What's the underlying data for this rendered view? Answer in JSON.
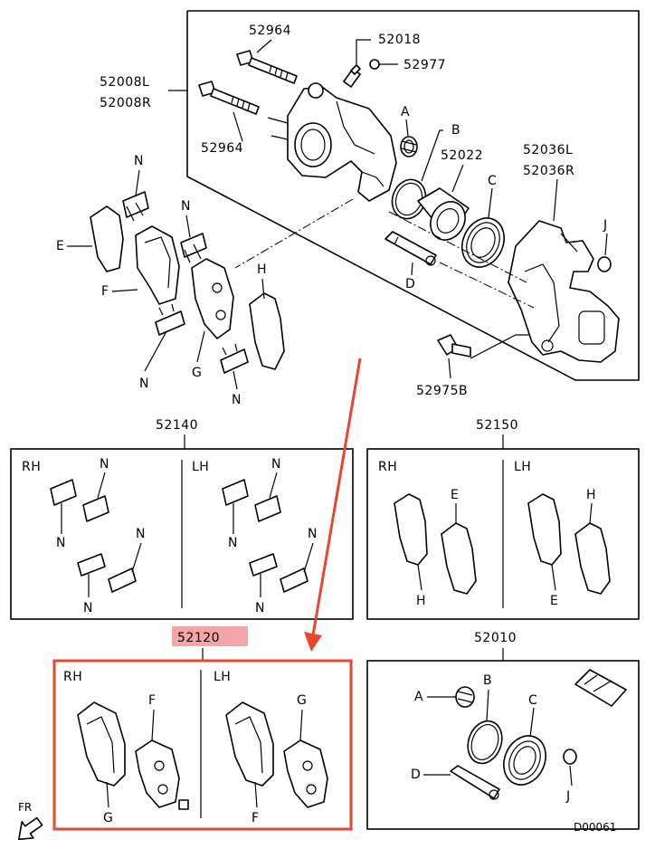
{
  "labels": {
    "p52964_top": "52964",
    "p52964_mid": "52964",
    "p52018": "52018",
    "p52977": "52977",
    "p52008L": "52008L",
    "p52008R": "52008R",
    "pA": "A",
    "pB": "B",
    "p52022": "52022",
    "pC": "C",
    "p52036L": "52036L",
    "p52036R": "52036R",
    "pJ": "J",
    "pD": "D",
    "p52975B": "52975B",
    "pE": "E",
    "pF": "F",
    "pG": "G",
    "pH": "H",
    "pN1": "N",
    "pN2": "N",
    "pN3": "N",
    "pN4": "N"
  },
  "kits": {
    "k52140": {
      "code": "52140",
      "rh": "RH",
      "lh": "LH",
      "n": [
        "N",
        "N",
        "N",
        "N",
        "N",
        "N",
        "N",
        "N"
      ]
    },
    "k52150": {
      "code": "52150",
      "rh": "RH",
      "lh": "LH",
      "h1": "H",
      "e1": "E",
      "e2": "E",
      "h2": "H"
    },
    "k52120": {
      "code": "52120",
      "rh": "RH",
      "lh": "LH",
      "f1": "F",
      "g1": "G",
      "g2": "G",
      "f2": "F"
    },
    "k52010": {
      "code": "52010",
      "a": "A",
      "b": "B",
      "c": "C",
      "d": "D",
      "j": "J"
    }
  },
  "direction": "FR",
  "diagram_id": "D00061",
  "colors": {
    "highlight_box": "#e8472e",
    "highlight_label_bg": "#f4a6a6",
    "arrow": "#e8472e",
    "line": "#000000"
  }
}
